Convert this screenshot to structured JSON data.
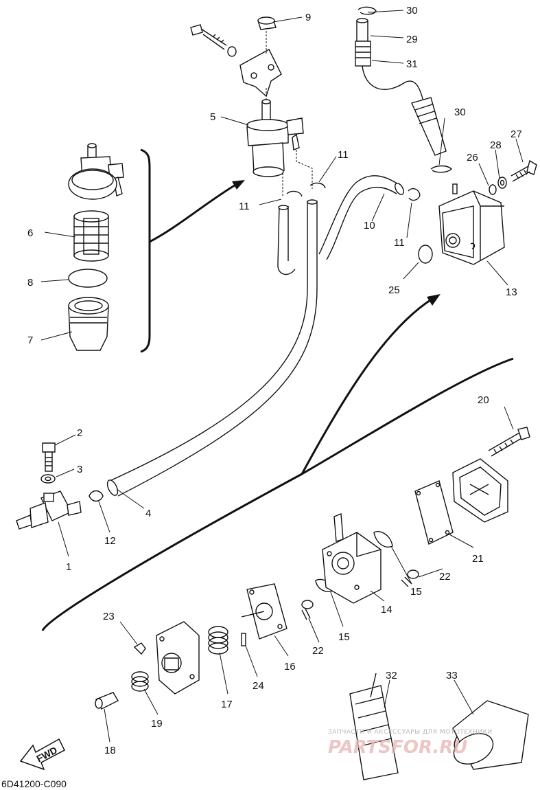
{
  "diagram": {
    "code": "6D41200-C090",
    "fwd_label": "FWD",
    "watermark": {
      "line1": "ЗАПЧАСТИ И АКСЕССУАРЫ ДЛЯ МОТОТЕХНИКИ",
      "line2": "PARTSFOR.RU"
    },
    "callouts": [
      "1",
      "2",
      "3",
      "4",
      "5",
      "6",
      "7",
      "8",
      "9",
      "10",
      "11",
      "11",
      "11",
      "12",
      "13",
      "14",
      "15",
      "15",
      "16",
      "17",
      "18",
      "19",
      "20",
      "21",
      "22",
      "22",
      "23",
      "24",
      "25",
      "26",
      "27",
      "28",
      "29",
      "30",
      "30",
      "31",
      "32",
      "33"
    ]
  }
}
